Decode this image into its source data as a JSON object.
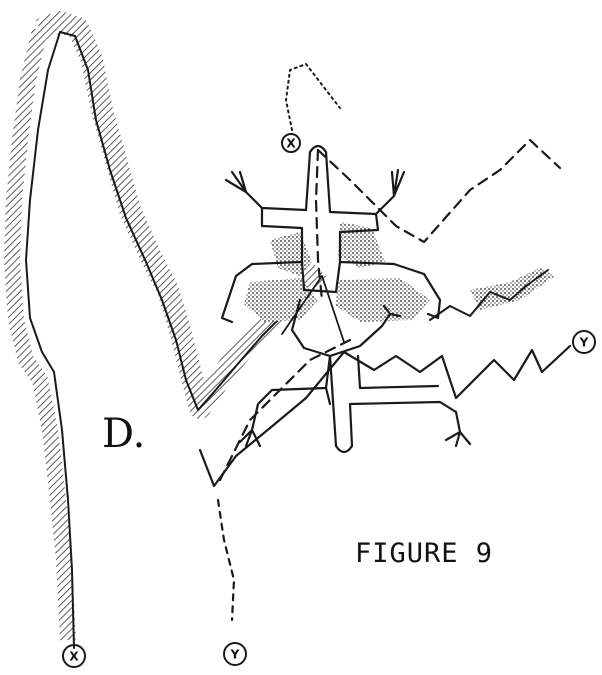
{
  "figure": {
    "caption": "FIGURE 9",
    "area_label": "D.",
    "markers": {
      "x_top": "X",
      "x_bottom": "X",
      "y_right": "Y",
      "y_bottom": "Y"
    }
  }
}
